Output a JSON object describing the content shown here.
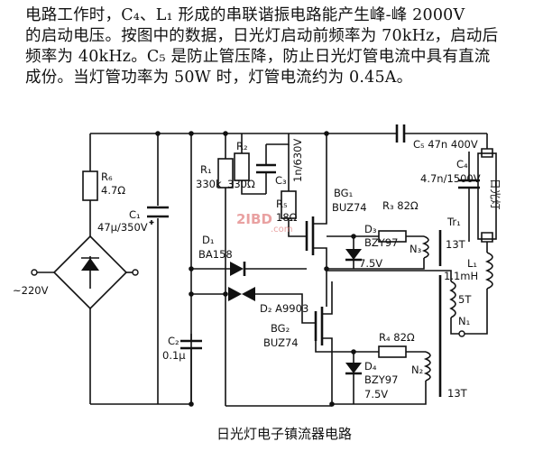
{
  "paragraph": {
    "line1": "电路工作时，C₄、L₁ 形成的串联谐振电路能产生峰-峰 2000V",
    "line2": "的启动电压。按图中的数据，日光灯启动前频率为 70kHz，启动后",
    "line3": "频率为 40kHz。C₅ 是防止管压降，防止日光灯管电流中具有直流",
    "line4": "成份。当灯管功率为 50W 时，灯管电流约为 0.45A。"
  },
  "labels": {
    "r6": "R₆",
    "r6_val": "4.7Ω",
    "c1": "C₁",
    "c1_val": "47μ/350V",
    "mains": "~220V",
    "r1": "R₁",
    "r1_val": "330k",
    "r2": "R₂",
    "r2_val": "330Ω",
    "c3": "C₃",
    "c3_val": "1n/630V",
    "r5": "R₅",
    "r5_val": "18Ω",
    "bg1": "BG₁",
    "bg1_part": "BUZ74",
    "r3": "R₃ 82Ω",
    "d3": "D₃",
    "d3_part": "BZY97",
    "d3_v": "7.5V",
    "n3": "N₃",
    "tr1": "Tr₁",
    "n3_turns": "13T",
    "c5": "C₅ 47n 400V",
    "c4": "C₄",
    "c4_val": "4.7n/1500V",
    "lamp": "日光灯",
    "l1": "L₁",
    "l1_val": "1.1mH",
    "d1": "D₁",
    "d1_part": "BA158",
    "d2": "D₂ A9903",
    "n1_turns": "5T",
    "n1": "N₁",
    "bg2": "BG₂",
    "bg2_part": "BUZ74",
    "r4": "R₄ 82Ω",
    "d4": "D₄",
    "d4_part": "BZY97",
    "d4_v": "7.5V",
    "n2": "N₂",
    "n2_turns": "13T",
    "c2": "C₂",
    "c2_val": "0.1μ"
  },
  "watermark": {
    "brand": "2IBD",
    "site": ".com"
  },
  "caption": "日光灯电子镇流器电路"
}
